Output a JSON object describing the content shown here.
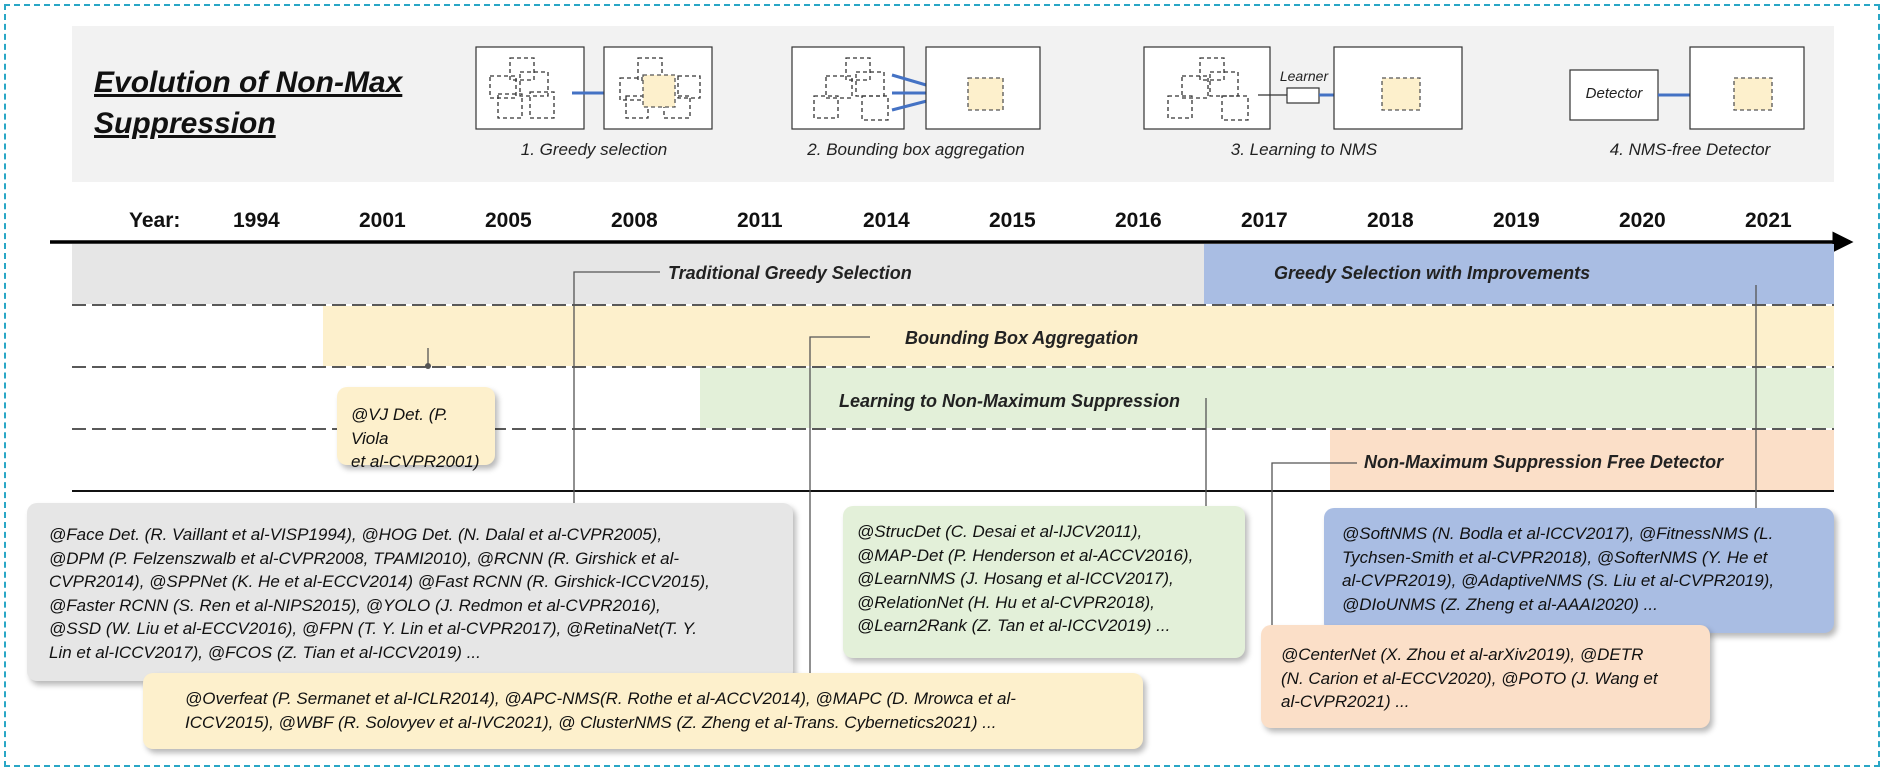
{
  "title": "Evolution of Non-Max\nSuppression",
  "steps": [
    {
      "label": "1. Greedy selection"
    },
    {
      "label": "2. Bounding box aggregation"
    },
    {
      "label": "3. Learning to NMS",
      "inner_label": "Learner"
    },
    {
      "label": "4. NMS-free Detector",
      "inner_label": "Detector"
    }
  ],
  "timeline": {
    "axis_label": "Year:",
    "years": [
      "1994",
      "2001",
      "2005",
      "2008",
      "2011",
      "2014",
      "2015",
      "2016",
      "2017",
      "2018",
      "2019",
      "2020",
      "2021"
    ]
  },
  "bands": {
    "traditional": "Traditional Greedy Selection",
    "improvements": "Greedy Selection with Improvements",
    "aggregation": "Bounding Box Aggregation",
    "learning": "Learning to Non-Maximum Suppression",
    "nms_free": "Non-Maximum Suppression Free Detector"
  },
  "boxes": {
    "vj": "@VJ Det. (P. Viola\net al-CVPR2001)",
    "traditional": "@Face Det. (R. Vaillant et al-VISP1994), @HOG Det. (N. Dalal et al-CVPR2005),\n@DPM (P. Felzenszwalb et al-CVPR2008, TPAMI2010), @RCNN (R. Girshick et al-\nCVPR2014), @SPPNet (K. He et al-ECCV2014) @Fast RCNN (R. Girshick-ICCV2015),\n@Faster RCNN (S. Ren et al-NIPS2015), @YOLO (J. Redmon et al-CVPR2016),\n@SSD (W. Liu et al-ECCV2016), @FPN (T. Y. Lin et al-CVPR2017), @RetinaNet(T. Y.\nLin et al-ICCV2017), @FCOS (Z. Tian et al-ICCV2019) ...",
    "aggregation": "@Overfeat (P. Sermanet et al-ICLR2014), @APC-NMS(R. Rothe et al-ACCV2014), @MAPC (D. Mrowca et al-\nICCV2015),  @WBF (R. Solovyev et al-IVC2021), @ ClusterNMS (Z. Zheng et al-Trans. Cybernetics2021) ...",
    "learning": "@StrucDet (C. Desai et al-IJCV2011),\n@MAP-Det (P. Henderson et al-ACCV2016),\n@LearnNMS (J. Hosang et al-ICCV2017),\n@RelationNet (H. Hu et al-CVPR2018),\n@Learn2Rank (Z. Tan et al-ICCV2019) ...",
    "improvements": "@SoftNMS (N. Bodla et al-ICCV2017), @FitnessNMS (L.\nTychsen-Smith et al-CVPR2018), @SofterNMS (Y. He et\nal-CVPR2019), @AdaptiveNMS (S. Liu et al-CVPR2019),\n@DIoUNMS (Z. Zheng et al-AAAI2020) ...",
    "nms_free": "@CenterNet (X. Zhou et al-arXiv2019), @DETR\n(N. Carion et al-ECCV2020), @POTO (J. Wang et\nal-CVPR2021) ..."
  },
  "colors": {
    "frame_border": "#2aa7c6",
    "gray_band": "#e6e6e6",
    "blue_band": "#a9bde3",
    "yellow_band": "#fdf0cc",
    "green_band": "#e3f0d9",
    "peach_band": "#fbdfc8",
    "arrow_blue": "#4472c4"
  }
}
